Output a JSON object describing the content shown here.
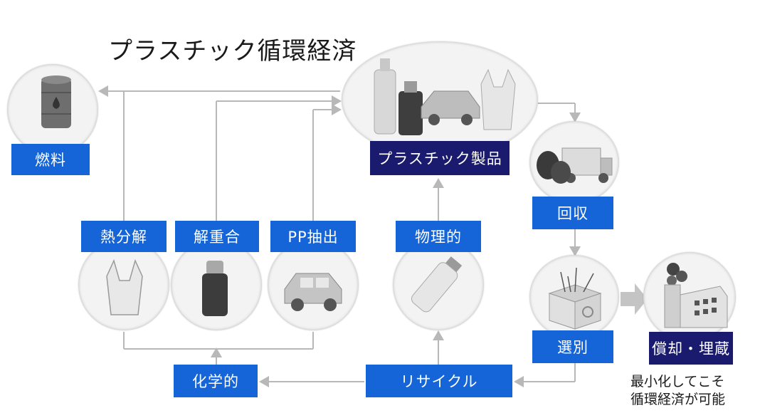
{
  "title": "プラスチック循環経済",
  "nodes": {
    "fuel": "燃料",
    "products": "プラスチック製品",
    "collection": "回収",
    "sorting": "選別",
    "disposal": "償却・埋蔵",
    "pyrolysis": "熱分解",
    "depolymerization": "解重合",
    "pp_extraction": "PP抽出",
    "physical": "物理的",
    "chemical": "化学的",
    "recycle": "リサイクル"
  },
  "note": {
    "line1": "最小化してこそ",
    "line2": "循環経済が可能"
  },
  "colors": {
    "blue_label": "#1565d8",
    "navy_label": "#1a1a6e",
    "arrow": "#b8b8b8",
    "icon_gray": "#6e6e6e"
  },
  "icons": [
    "oil-drum-icon",
    "bottles-car-bag-icon",
    "garbage-truck-icon",
    "box-recycle-icon",
    "factory-icon",
    "plastic-bag-icon",
    "bottle-icon",
    "car-icon",
    "pet-bottle-icon"
  ]
}
